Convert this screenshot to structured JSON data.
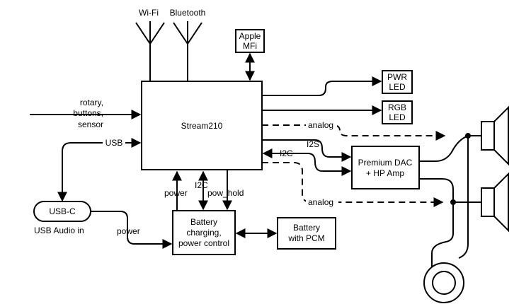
{
  "labels": {
    "wifi": "Wi-Fi",
    "bluetooth": "Bluetooth",
    "apple_mfi": [
      "Apple",
      "MFi"
    ],
    "pwr_led": [
      "PWR",
      "LED"
    ],
    "rgb_led": [
      "RGB",
      "LED"
    ],
    "inputs": [
      "rotary,",
      "buttons,",
      "sensor"
    ],
    "main_chip": "Stream210",
    "usb": "USB",
    "analog_top": "analog",
    "i2s": "I2S",
    "i2c_right": "I2C",
    "dac": [
      "Premium DAC",
      "+ HP Amp"
    ],
    "usb_c": "USB-C",
    "usb_audio_in": "USB Audio in",
    "power_left": "power",
    "i2c_bottom": "I2C",
    "pow_hold": "pow_hold",
    "power_bottom": "power",
    "analog_bottom": "analog",
    "battery_control": [
      "Battery",
      "charging,",
      "power control"
    ],
    "battery": [
      "Battery",
      "with PCM"
    ]
  }
}
